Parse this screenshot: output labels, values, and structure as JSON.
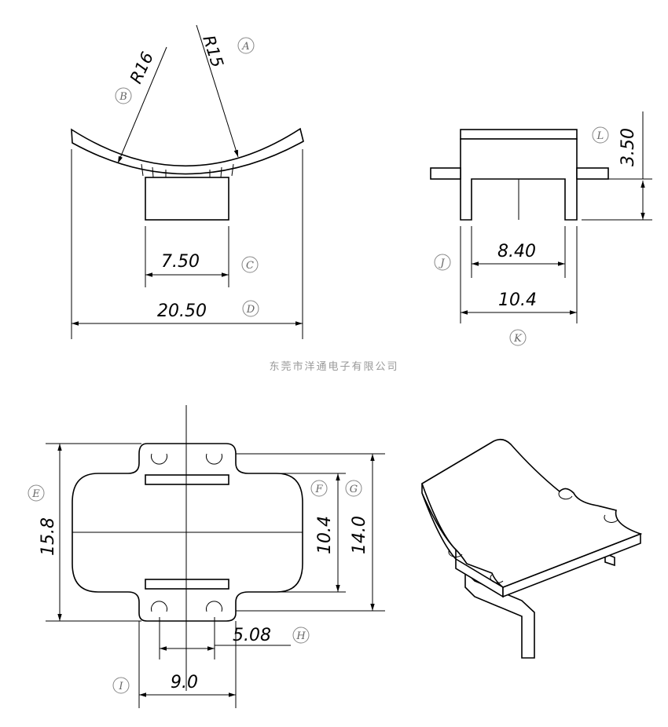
{
  "dimensions": {
    "r16": "R16",
    "r15": "R15",
    "d_7_50": "7.50",
    "d_20_50": "20.50",
    "d_8_40": "8.40",
    "d_10_4_side": "10.4",
    "d_3_50": "3.50",
    "d_15_8": "15.8",
    "d_10_4_bottom": "10.4",
    "d_14_0": "14.0",
    "d_5_08": "5.08",
    "d_9_0": "9.0"
  },
  "labels": {
    "A": "A",
    "B": "B",
    "C": "C",
    "D": "D",
    "E": "E",
    "F": "F",
    "G": "G",
    "H": "H",
    "I": "I",
    "J": "J",
    "K": "K",
    "L": "L"
  },
  "manufacturer": "东莞市洋通电子有限公司"
}
